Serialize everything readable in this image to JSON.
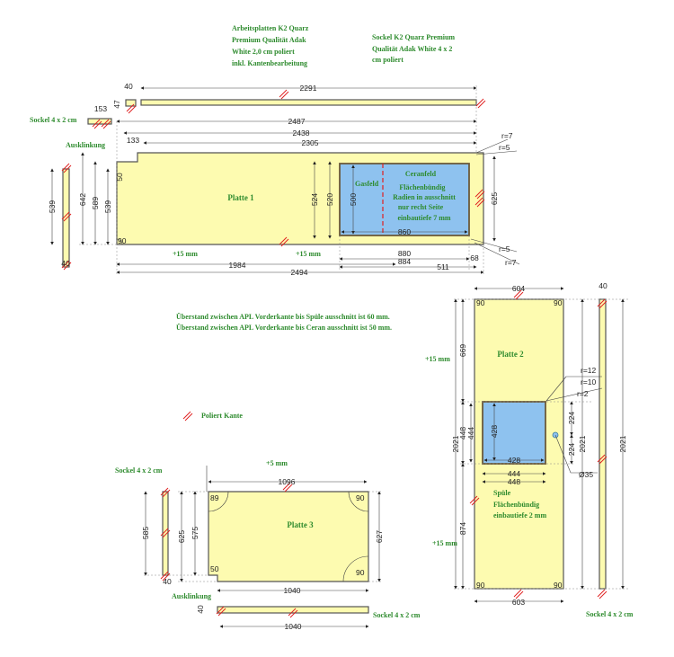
{
  "notes": {
    "material": [
      "Arbeitsplatten K2 Quarz",
      "Premium Qualität Adak",
      "White 2,0 cm poliert",
      "inkl. Kantenbearbeitung"
    ],
    "sockel_material": [
      "Sockel K2 Quarz Premium",
      "Qualität Adak White 4 x 2",
      "cm poliert"
    ],
    "overhang": [
      "Überstand zwischen APL Vorderkante bis Spüle ausschnitt ist 60 mm.",
      "Überstand zwischen APL Vorderkante bis Ceran ausschnitt ist 50 mm."
    ],
    "legend_polished": "Poliert Kante"
  },
  "platte1": {
    "label": "Platte 1",
    "sockel_label": "Sockel 4 x 2 cm",
    "ausklinkung": "Ausklinkung",
    "plus1": "+15 mm",
    "plus2": "+15 mm",
    "ceran": [
      "Ceranfeld",
      "Flächenbündig",
      "Radien in ausschnitt",
      "nur recht Seite",
      "einbautiefe 7 mm"
    ],
    "gasfeld": "Gasfeld",
    "dims": {
      "d2291": "2291",
      "d40a": "40",
      "d47": "47",
      "d153": "153",
      "d2487": "2487",
      "d2438": "2438",
      "d2305": "2305",
      "d133": "133",
      "d642": "642",
      "d589": "589",
      "d539": "539",
      "d539s": "539",
      "d40b": "40",
      "d50": "50",
      "d90": "90",
      "d524": "524",
      "d520": "520",
      "d500": "500",
      "d625": "625",
      "d860": "860",
      "d880": "880",
      "d884": "884",
      "d511": "511",
      "d68": "68",
      "d1984": "1984",
      "d2494": "2494",
      "r7a": "r=7",
      "r5a": "r=5",
      "r5b": "r=5",
      "r7b": "r=7"
    }
  },
  "platte2": {
    "label": "Platte 2",
    "plus1": "+15 mm",
    "plus2": "+15 mm",
    "spuele": [
      "Spüle",
      "Flächenbündig",
      "einbautiefe 2 mm"
    ],
    "sockel_label": "Sockel 4 x 2 cm",
    "dims": {
      "d604": "604",
      "d603": "603",
      "d669": "669",
      "d2021a": "2021",
      "d448v": "448",
      "d444v": "444",
      "d874": "874",
      "d428v": "428",
      "d428h": "428",
      "d444h": "444",
      "d448h": "448",
      "d224a": "224",
      "d224b": "224",
      "d2021b": "2021",
      "d2021c": "2021",
      "d35": "Ø35",
      "r12": "r=12",
      "r10": "r=10",
      "r2": "r=2",
      "d40": "40",
      "c90a": "90",
      "c90b": "90",
      "c90c": "90",
      "c90d": "90"
    }
  },
  "platte3": {
    "label": "Platte 3",
    "plus": "+5 mm",
    "sockel_label_left": "Sockel 4 x 2 cm",
    "sockel_label_bottom": "Sockel 4 x 2 cm",
    "ausklinkung": "Ausklinkung",
    "dims": {
      "d1096": "1096",
      "d1040": "1040",
      "d1040s": "1040",
      "d627": "627",
      "d625": "625",
      "d575": "575",
      "d585": "585",
      "d40a": "40",
      "d40b": "40",
      "d50": "50",
      "c89": "89",
      "c90a": "90",
      "c90b": "90"
    }
  },
  "colors": {
    "part": "#fdfbb0",
    "cutout": "#8ec2ef",
    "note": "#2e8b2e",
    "polished": "#e02020"
  }
}
